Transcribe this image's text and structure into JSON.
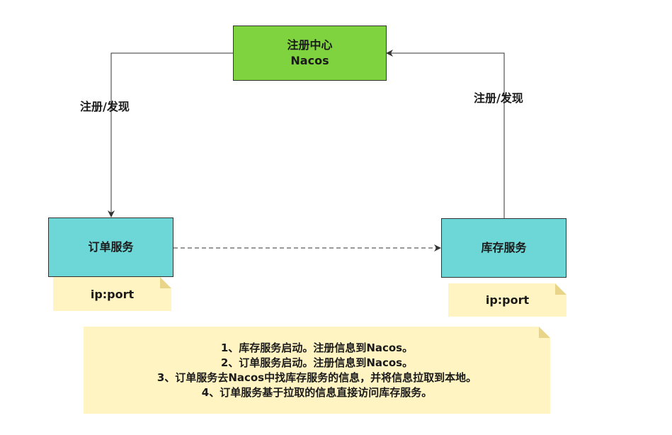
{
  "registry": {
    "line1": "注册中心",
    "line2": "Nacos",
    "color": "#7ed33e"
  },
  "order_service": {
    "label": "订单服务",
    "color": "#6dd6d6",
    "note": "ip:port"
  },
  "inventory_service": {
    "label": "库存服务",
    "color": "#6dd6d6",
    "note": "ip:port"
  },
  "edges": {
    "left_label": "注册/发现",
    "right_label": "注册/发现"
  },
  "steps": {
    "items": [
      "1、库存服务启动。注册信息到Nacos。",
      "2、订单服务启动。注册信息到Nacos。",
      "3、订单服务去Nacos中找库存服务的信息，并将信息拉取到本地。",
      "4、订单服务基于拉取的信息直接访问库存服务。"
    ]
  },
  "note_color": "#fff4c2",
  "note_fold_color": "#e8d58a"
}
